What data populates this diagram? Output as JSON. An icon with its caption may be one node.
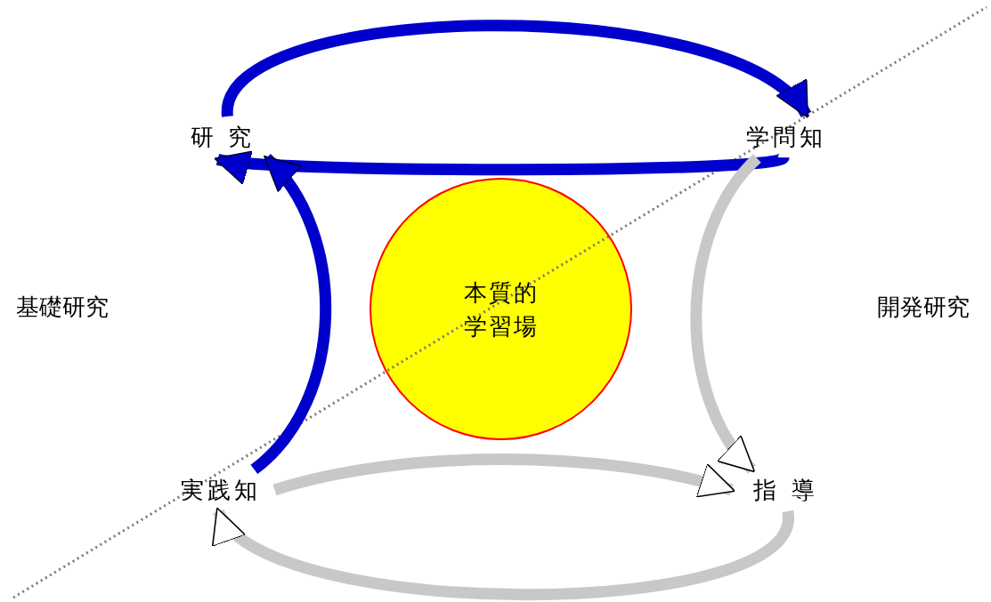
{
  "diagram": {
    "nodes": [
      {
        "text": [
          "研 究"
        ]
      },
      {
        "text": [
          "学問知"
        ]
      },
      {
        "text": [
          "本質的学習場"
        ]
      },
      {
        "text": [
          "実践知"
        ]
      },
      {
        "text": [
          "指 導"
        ]
      }
    ],
    "edges": [
      {
        "from": 0,
        "to": 1,
        "arrow": "to",
        "color": "#0000cc"
      },
      {
        "from": 1,
        "to": 0,
        "arrow": "to",
        "color": "#0000cc"
      },
      {
        "from": 3,
        "to": 0,
        "arrow": "to",
        "color": "#0000cc"
      },
      {
        "from": 1,
        "to": 4,
        "arrow": "to",
        "color": "#c8c8c8"
      },
      {
        "from": 3,
        "to": 4,
        "arrow": "to",
        "color": "#c8c8c8"
      },
      {
        "from": 4,
        "to": 3,
        "arrow": "to",
        "color": "#c8c8c8"
      }
    ],
    "labels": [
      "基礎研究",
      "開発研究"
    ]
  }
}
